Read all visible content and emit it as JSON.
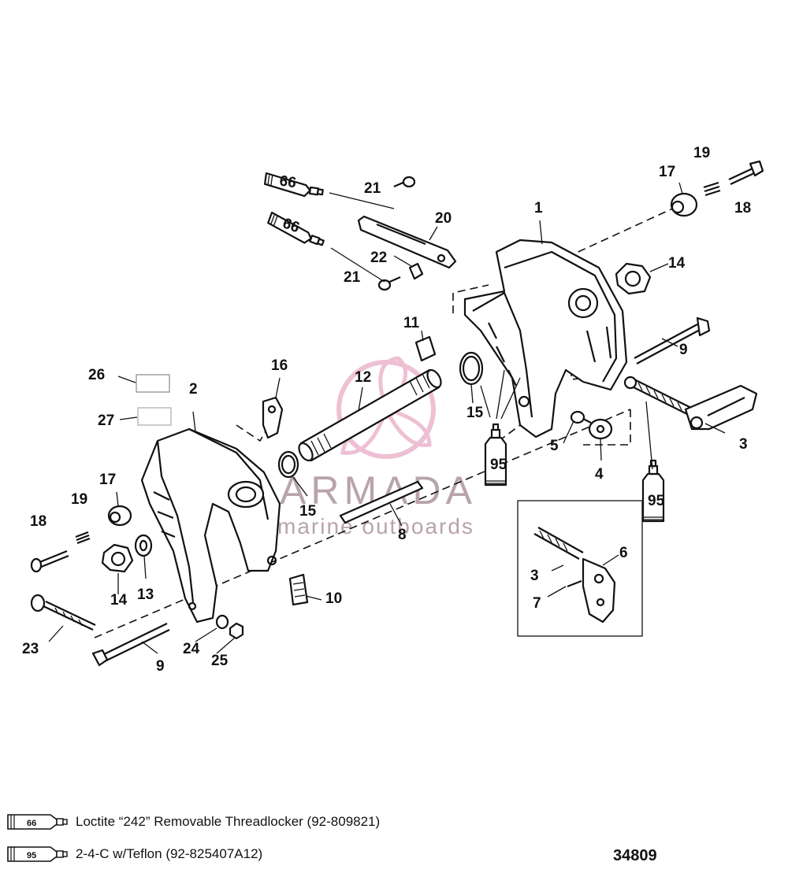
{
  "callouts": [
    {
      "id": "c1",
      "text": "1"
    },
    {
      "id": "c2",
      "text": "2"
    },
    {
      "id": "c3a",
      "text": "3"
    },
    {
      "id": "c3b",
      "text": "3"
    },
    {
      "id": "c4",
      "text": "4"
    },
    {
      "id": "c5",
      "text": "5"
    },
    {
      "id": "c6",
      "text": "6"
    },
    {
      "id": "c7",
      "text": "7"
    },
    {
      "id": "c8",
      "text": "8"
    },
    {
      "id": "c9a",
      "text": "9"
    },
    {
      "id": "c9b",
      "text": "9"
    },
    {
      "id": "c10",
      "text": "10"
    },
    {
      "id": "c11",
      "text": "11"
    },
    {
      "id": "c12",
      "text": "12"
    },
    {
      "id": "c13",
      "text": "13"
    },
    {
      "id": "c14a",
      "text": "14"
    },
    {
      "id": "c14b",
      "text": "14"
    },
    {
      "id": "c15a",
      "text": "15"
    },
    {
      "id": "c15b",
      "text": "15"
    },
    {
      "id": "c16",
      "text": "16"
    },
    {
      "id": "c17a",
      "text": "17"
    },
    {
      "id": "c17b",
      "text": "17"
    },
    {
      "id": "c18a",
      "text": "18"
    },
    {
      "id": "c18b",
      "text": "18"
    },
    {
      "id": "c19a",
      "text": "19"
    },
    {
      "id": "c19b",
      "text": "19"
    },
    {
      "id": "c20",
      "text": "20"
    },
    {
      "id": "c21a",
      "text": "21"
    },
    {
      "id": "c21b",
      "text": "21"
    },
    {
      "id": "c22",
      "text": "22"
    },
    {
      "id": "c23",
      "text": "23"
    },
    {
      "id": "c24",
      "text": "24"
    },
    {
      "id": "c25",
      "text": "25"
    },
    {
      "id": "c26",
      "text": "26"
    },
    {
      "id": "c27",
      "text": "27"
    }
  ],
  "tubes": {
    "loctite": "66",
    "teflon": "95"
  },
  "watermark": {
    "brand": "ARMADA",
    "tagline": "marine outboards",
    "color": "#e8a6c3"
  },
  "legend": [
    {
      "tube_label": "66",
      "text": "Loctite “242”  Removable Threadlocker (92-809821)"
    },
    {
      "tube_label": "95",
      "text": "2-4-C w/Teflon (92-825407A12)"
    }
  ],
  "figure_number": "34809"
}
